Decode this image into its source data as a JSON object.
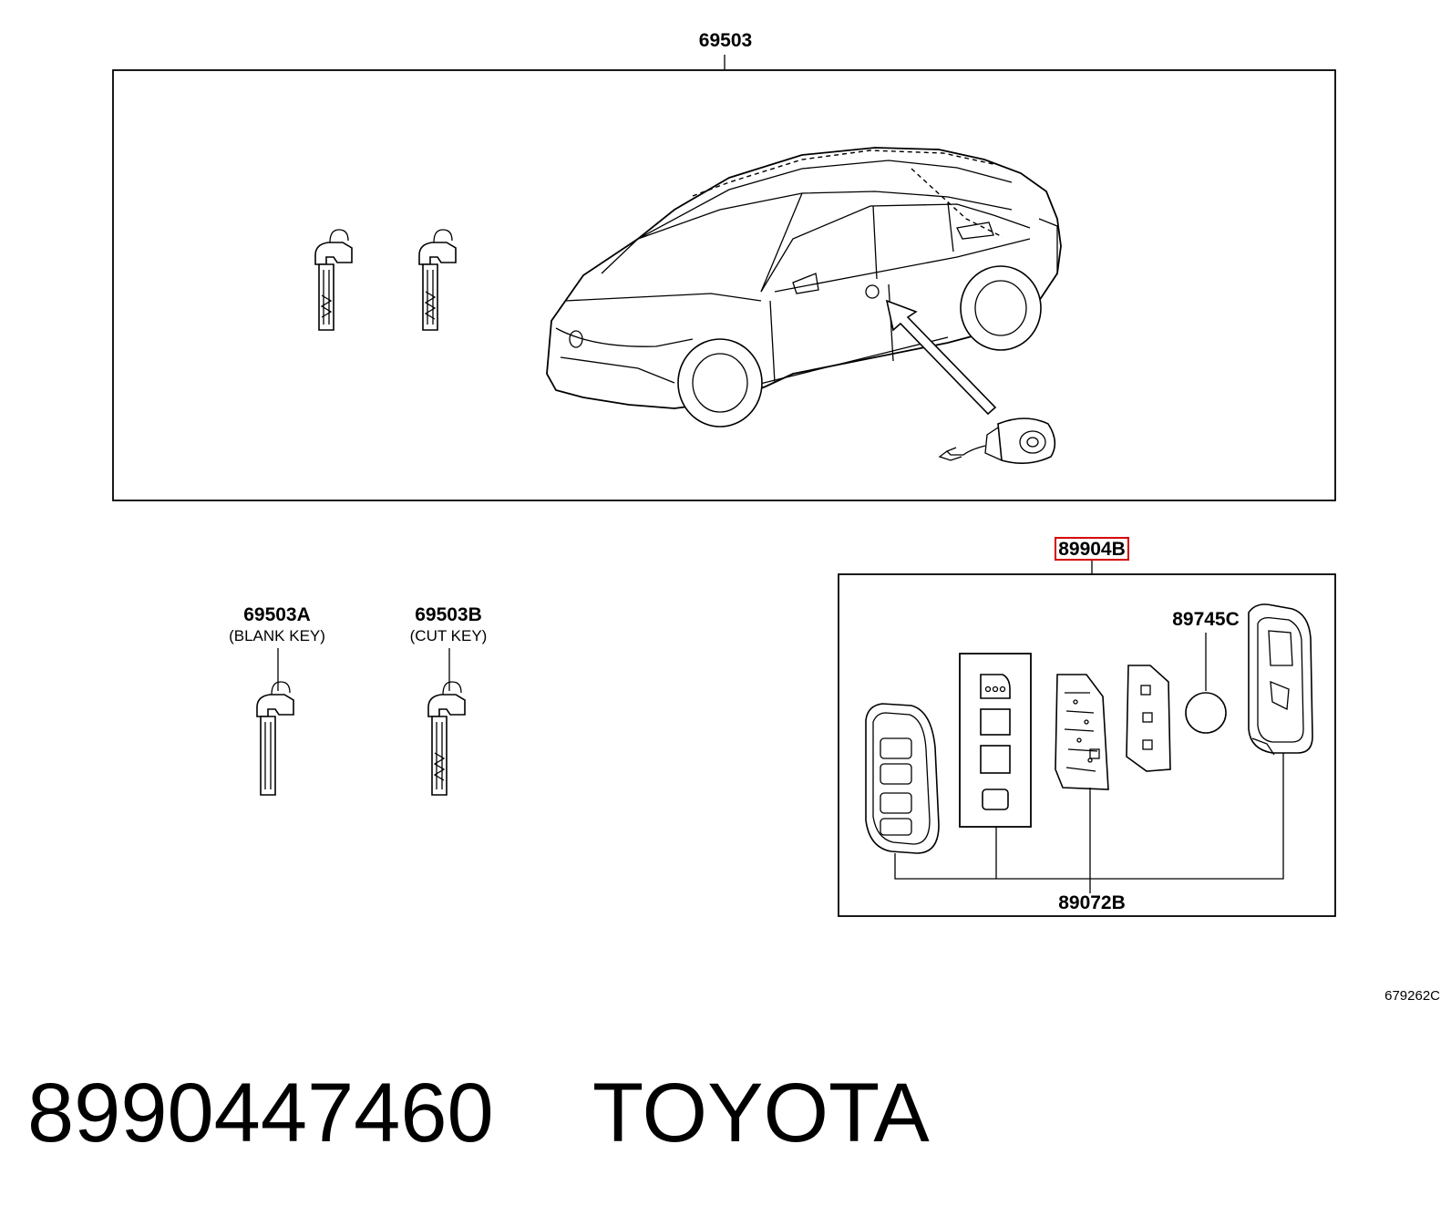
{
  "callouts": {
    "assembly": "69503",
    "blank_key_part": "69503A",
    "blank_key_note": "(BLANK KEY)",
    "cut_key_part": "69503B",
    "cut_key_note": "(CUT KEY)",
    "transmitter_assembly": "89904B",
    "battery": "89745C",
    "housing": "89072B"
  },
  "illustration_ref": "679262C",
  "footer": {
    "part_number": "8990447460",
    "brand": "TOYOTA"
  },
  "colors": {
    "highlight": "#d40000",
    "line": "#000000"
  }
}
